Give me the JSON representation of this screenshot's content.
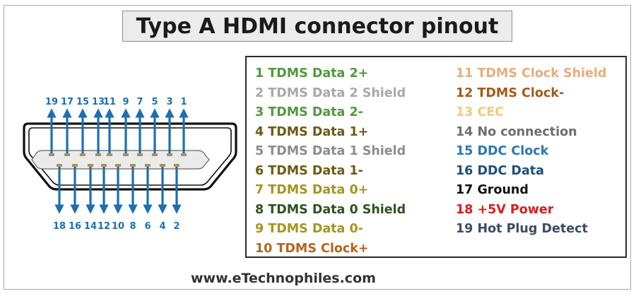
{
  "title": "Type A HDMI connector pinout",
  "website": "www.eTechnophiles.com",
  "top_pin_numbers": [
    "19",
    "17",
    "15",
    "13",
    "11",
    "9",
    "7",
    "5",
    "3",
    "1"
  ],
  "bottom_pin_numbers": [
    "18",
    "16",
    "14",
    "12",
    "10",
    "8",
    "6",
    "4",
    "2"
  ],
  "pins_left": [
    {
      "text": "1  TDMS Data 2+",
      "color": "#4e9a3c"
    },
    {
      "text": "2  TDMS Data 2 Shield",
      "color": "#a8a8a8"
    },
    {
      "text": "3  TDMS Data 2-",
      "color": "#4e9a3c"
    },
    {
      "text": "4  TDMS Data 1+",
      "color": "#6d5a12"
    },
    {
      "text": "5  TDMS Data 1 Shield",
      "color": "#8c8c8c"
    },
    {
      "text": "6  TDMS Data 1-",
      "color": "#6d5a12"
    },
    {
      "text": "7  TDMS Data 0+",
      "color": "#a5951d"
    },
    {
      "text": "8  TDMS Data 0 Shield",
      "color": "#2c5321"
    },
    {
      "text": "9  TDMS Data 0-",
      "color": "#a5951d"
    },
    {
      "text": "10 TDMS Clock+",
      "color": "#b5651d"
    }
  ],
  "pins_right": [
    {
      "text": "11 TDMS Clock Shield",
      "color": "#e6ad7d"
    },
    {
      "text": "12 TDMS Clock-",
      "color": "#a45a16"
    },
    {
      "text": "13 CEC",
      "color": "#f3cb73"
    },
    {
      "text": "14 No connection",
      "color": "#6e6e6e"
    },
    {
      "text": "15 DDC Clock",
      "color": "#2d76b0"
    },
    {
      "text": "16 DDC Data",
      "color": "#1c4f7a"
    },
    {
      "text": "17 Ground",
      "color": "#111111"
    },
    {
      "text": "18 +5V Power",
      "color": "#d3201f"
    },
    {
      "text": "19 Hot Plug Detect",
      "color": "#3c4d63"
    }
  ],
  "colors": {
    "arrow": "#1d6fb0",
    "contact": "#b08f55",
    "connector_outline": "#111111"
  }
}
